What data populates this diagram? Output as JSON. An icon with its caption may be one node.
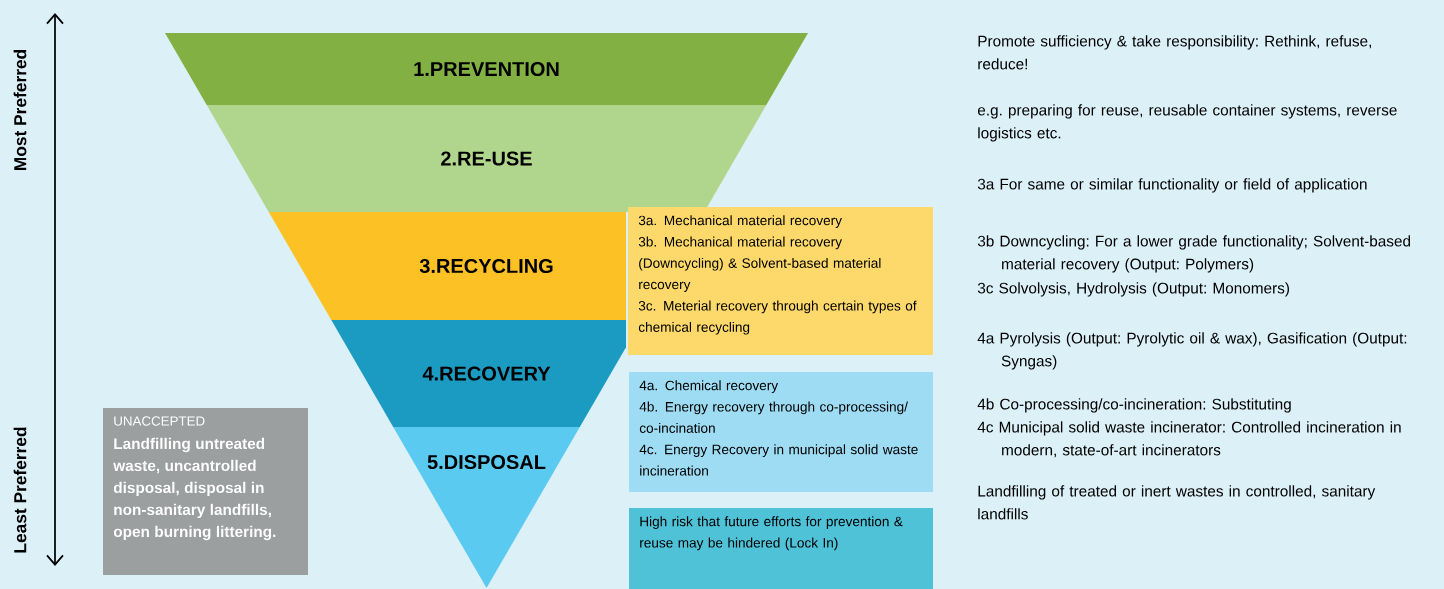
{
  "diagram": {
    "nodes": [
      {
        "text": [
          "1.PREVENTION"
        ]
      },
      {
        "text": [
          "2.RE-USE"
        ]
      },
      {
        "text": [
          "3.RECYCLING"
        ]
      },
      {
        "text": [
          "4.RECOVERY"
        ]
      },
      {
        "text": [
          "5.DISPOSAL"
        ]
      },
      {
        "text": [
          "3a. Mechanical material recovery",
          "3b. Mechanical material recovery (Downcycling) & Solvent-based material recovery",
          "3c. Meterial recovery through certain types of chemical recycling"
        ]
      },
      {
        "text": [
          "4a. Chemical recovery",
          "4b. Energy recovery through co-processing/ co-incination",
          "4c. Energy Recovery in municipal solid waste incineration"
        ]
      },
      {
        "text": [
          "High risk that future efforts for prevention & reuse may be hindered (Lock In)"
        ]
      },
      {
        "text": [
          "UNACCEPTED",
          "Landfilling untreated waste, uncantrolled disposal, disposal in non-sanitary landfills, open burning littering."
        ]
      }
    ],
    "labels": [
      "Most Preferred",
      "Least Preferred",
      "Promote sufficiency & take responsibility: Rethink, refuse, reduce!",
      "e.g. preparing for reuse, reusable container systems, reverse logistics etc.",
      "3a For same or similar functionality or field of application",
      "3b Downcycling: For a lower grade functionality; Solvent-based material recovery (Output: Polymers)",
      "3c Solvolysis, Hydrolysis (Output: Monomers)",
      "4a Pyrolysis (Output: Pyrolytic oil & wax), Gasification (Output: Syngas)",
      "4b Co-processing/co-incineration: Substituting",
      "4c Municipal solid waste incinerator: Controlled incineration in modern, state-of-art incinerators",
      "Landfilling of treated or inert wastes in controlled, sanitary landfills"
    ]
  }
}
